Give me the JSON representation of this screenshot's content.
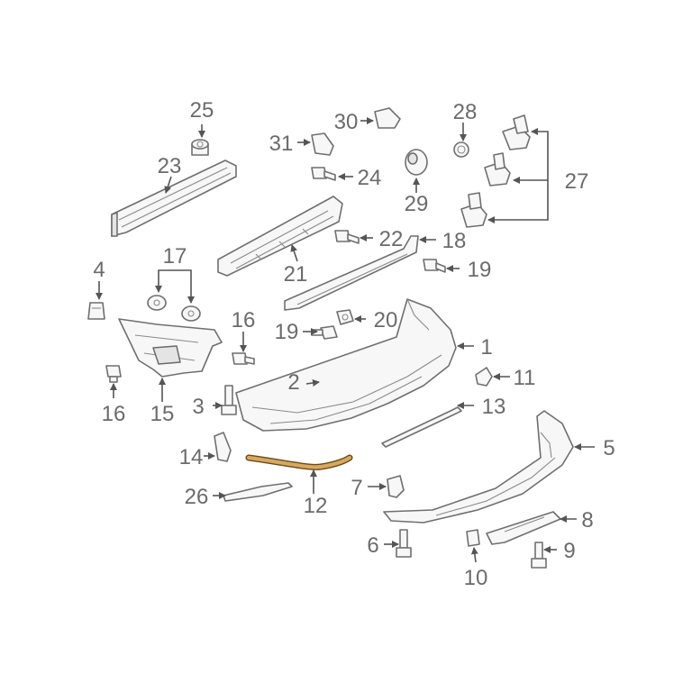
{
  "callouts": {
    "c1": "1",
    "c2": "2",
    "c3": "3",
    "c4": "4",
    "c5": "5",
    "c6": "6",
    "c7": "7",
    "c8": "8",
    "c9": "9",
    "c10": "10",
    "c11": "11",
    "c12": "12",
    "c13": "13",
    "c14": "14",
    "c15": "15",
    "c16a": "16",
    "c16b": "16",
    "c17": "17",
    "c18": "18",
    "c19a": "19",
    "c19b": "19",
    "c20": "20",
    "c21": "21",
    "c22": "22",
    "c23": "23",
    "c24": "24",
    "c25": "25",
    "c26": "26",
    "c27": "27",
    "c28": "28",
    "c29": "29",
    "c30": "30",
    "c31": "31"
  },
  "colors": {
    "highlighted_part": "#d9a860",
    "line_art": "#6f6f6f",
    "callout_text": "#6b6b6b"
  }
}
